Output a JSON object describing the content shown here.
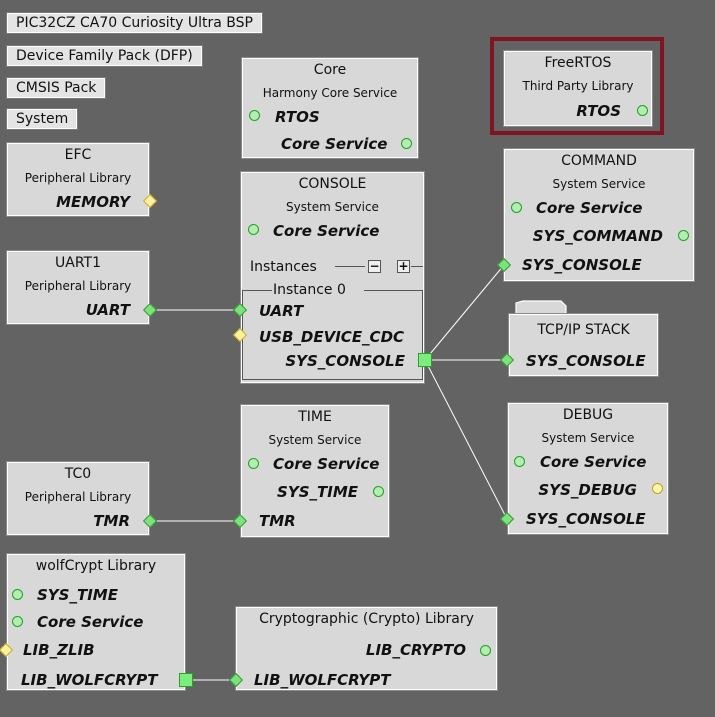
{
  "tags": {
    "bsp": "PIC32CZ CA70 Curiosity Ultra BSP",
    "dfp": "Device Family Pack (DFP)",
    "cmsis": "CMSIS Pack",
    "system": "System"
  },
  "core": {
    "title": "Core",
    "subtitle": "Harmony Core Service",
    "port_rtos": "RTOS",
    "port_core": "Core Service"
  },
  "freertos": {
    "title": "FreeRTOS",
    "subtitle": "Third Party Library",
    "port_rtos": "RTOS"
  },
  "efc": {
    "title": "EFC",
    "subtitle": "Peripheral Library",
    "port_memory": "MEMORY"
  },
  "console": {
    "title": "CONSOLE",
    "subtitle": "System Service",
    "port_core": "Core Service",
    "instances_label": "Instances",
    "instance0_label": "Instance 0",
    "port_uart": "UART",
    "port_usb": "USB_DEVICE_CDC",
    "port_sys_console": "SYS_CONSOLE"
  },
  "command": {
    "title": "COMMAND",
    "subtitle": "System Service",
    "port_core": "Core Service",
    "port_sys_command": "SYS_COMMAND",
    "port_sys_console": "SYS_CONSOLE"
  },
  "uart1": {
    "title": "UART1",
    "subtitle": "Peripheral Library",
    "port_uart": "UART"
  },
  "tcpip": {
    "title": "TCP/IP STACK",
    "port_sys_console": "SYS_CONSOLE"
  },
  "time": {
    "title": "TIME",
    "subtitle": "System Service",
    "port_core": "Core Service",
    "port_sys_time": "SYS_TIME",
    "port_tmr": "TMR"
  },
  "debug": {
    "title": "DEBUG",
    "subtitle": "System Service",
    "port_core": "Core Service",
    "port_sys_debug": "SYS_DEBUG",
    "port_sys_console": "SYS_CONSOLE"
  },
  "tc0": {
    "title": "TC0",
    "subtitle": "Peripheral Library",
    "port_tmr": "TMR"
  },
  "wolfcrypt": {
    "title": "wolfCrypt Library",
    "port_sys_time": "SYS_TIME",
    "port_core": "Core Service",
    "port_zlib": "LIB_ZLIB",
    "port_wolfcrypt": "LIB_WOLFCRYPT"
  },
  "crypto": {
    "title": "Cryptographic (Crypto) Library",
    "port_crypto": "LIB_CRYPTO",
    "port_wolfcrypt": "LIB_WOLFCRYPT"
  },
  "colors": {
    "background": "#636363",
    "node": "#d8d8d8",
    "selection": "#7e1520",
    "connected": "#7bef7b",
    "unconnected": "#fff2a0",
    "wire": "#ffffff"
  }
}
